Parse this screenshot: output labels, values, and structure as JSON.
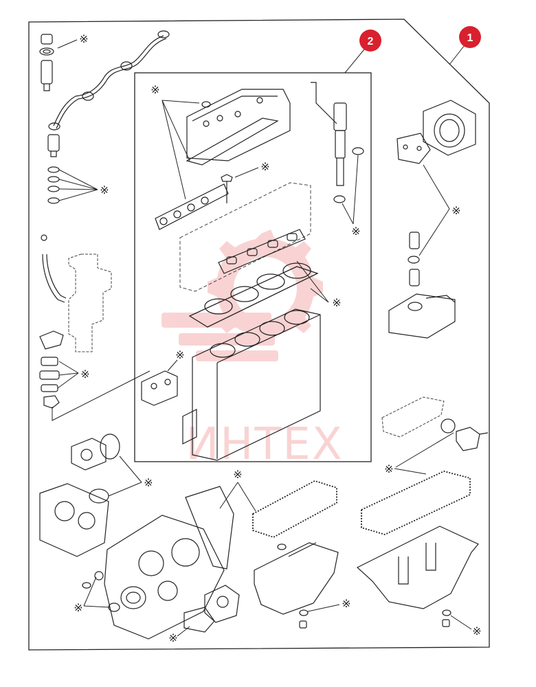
{
  "callouts": [
    {
      "id": "1",
      "color": "#d9202e"
    },
    {
      "id": "2",
      "color": "#d9202e"
    }
  ],
  "asterisk_symbol": "※",
  "watermark": {
    "text": "ИНТЕХ",
    "color": "#e83a3a",
    "opacity": 0.22
  }
}
